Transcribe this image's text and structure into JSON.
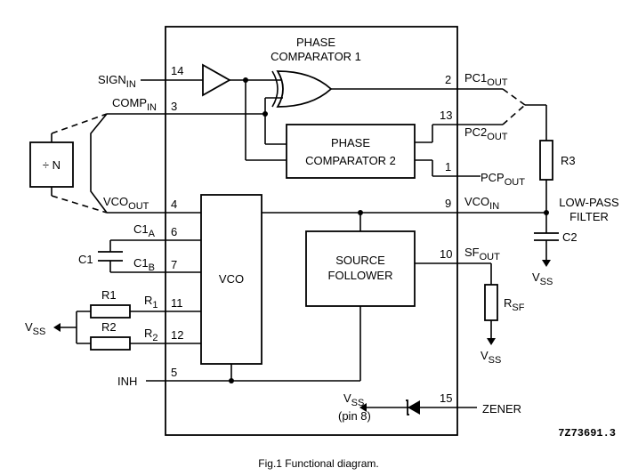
{
  "blocks": {
    "phase_comparator_1": [
      "PHASE",
      "COMPARATOR 1"
    ],
    "phase_comparator_2": [
      "PHASE",
      "COMPARATOR 2"
    ],
    "vco": "VCO",
    "source_follower": [
      "SOURCE",
      "FOLLOWER"
    ],
    "divider": "÷ N",
    "low_pass_filter": [
      "LOW-PASS",
      "FILTER"
    ]
  },
  "signals": {
    "sign_in": {
      "main": "SIGN",
      "sub": "IN"
    },
    "comp_in": {
      "main": "COMP",
      "sub": "IN"
    },
    "vco_out": {
      "main": "VCO",
      "sub": "OUT"
    },
    "c1a": {
      "main": "C1",
      "sub": "A"
    },
    "c1b": {
      "main": "C1",
      "sub": "B"
    },
    "r1": {
      "main": "R",
      "sub": "1"
    },
    "r2": {
      "main": "R",
      "sub": "2"
    },
    "inh": "INH",
    "pc1_out": {
      "main": "PC1",
      "sub": "OUT"
    },
    "pc2_out": {
      "main": "PC2",
      "sub": "OUT"
    },
    "pcp_out": {
      "main": "PCP",
      "sub": "OUT"
    },
    "vco_in": {
      "main": "VCO",
      "sub": "IN"
    },
    "sf_out": {
      "main": "SF",
      "sub": "OUT"
    },
    "zener": "ZENER"
  },
  "pins": {
    "sign_in": "14",
    "comp_in": "3",
    "vco_out": "4",
    "c1a": "6",
    "c1b": "7",
    "r1": "11",
    "r2": "12",
    "inh": "5",
    "pc1_out": "2",
    "pc2_out": "13",
    "pcp_out": "1",
    "vco_in": "9",
    "sf_out": "10",
    "zener": "15"
  },
  "components": {
    "c1": "C1",
    "r1": "R1",
    "r2": "R2",
    "r3": "R3",
    "c2": "C2",
    "rsf": {
      "main": "R",
      "sub": "SF"
    }
  },
  "supply": {
    "vss_main": "V",
    "vss_sub": "SS",
    "pin8": "(pin 8)"
  },
  "code": "7Z73691.3",
  "caption": "Fig.1  Functional diagram."
}
